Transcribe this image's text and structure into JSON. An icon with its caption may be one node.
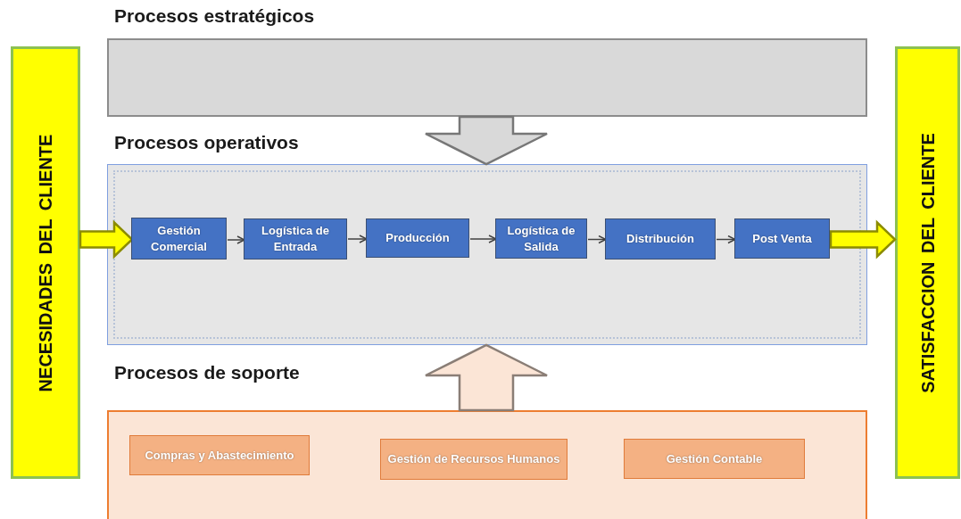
{
  "diagram": {
    "nodes": [
      {
        "text": [
          "NECESIDADES DEL CLIENTE"
        ]
      },
      {
        "text": [
          "Procesos estratégicos"
        ]
      },
      {
        "text": [
          "Procesos operativos"
        ]
      },
      {
        "text": [
          "Gestión Comercial"
        ],
        "in": 2
      },
      {
        "text": [
          "Logística de Entrada"
        ],
        "in": 2
      },
      {
        "text": [
          "Producción"
        ],
        "in": 2
      },
      {
        "text": [
          "Logística de Salida"
        ],
        "in": 2
      },
      {
        "text": [
          "Distribución"
        ],
        "in": 2
      },
      {
        "text": [
          "Post Venta"
        ],
        "in": 2
      },
      {
        "text": [
          "Procesos de soporte"
        ]
      },
      {
        "text": [
          "Compras y Abastecimiento"
        ],
        "in": 9
      },
      {
        "text": [
          "Gestión de Recursos Humanos"
        ],
        "in": 9
      },
      {
        "text": [
          "Gestión Contable"
        ],
        "in": 9
      },
      {
        "text": [
          "SATISFACCION DEL CLIENTE"
        ]
      }
    ],
    "edges": [
      {
        "from": 0,
        "to": 3,
        "arrow": "to",
        "style": "thick",
        "color": "#ffff00"
      },
      {
        "from": 3,
        "to": 4,
        "arrow": "to"
      },
      {
        "from": 4,
        "to": 5,
        "arrow": "to"
      },
      {
        "from": 5,
        "to": 6,
        "arrow": "to"
      },
      {
        "from": 6,
        "to": 7,
        "arrow": "to"
      },
      {
        "from": 7,
        "to": 8,
        "arrow": "to"
      },
      {
        "from": 8,
        "to": 13,
        "arrow": "to",
        "style": "thick",
        "color": "#ffff00"
      },
      {
        "from": 1,
        "to": 2,
        "arrow": "to",
        "style": "thick",
        "color": "#d9d9d9"
      },
      {
        "from": 9,
        "to": 2,
        "arrow": "to",
        "style": "thick",
        "color": "#fbe5d6"
      }
    ]
  }
}
